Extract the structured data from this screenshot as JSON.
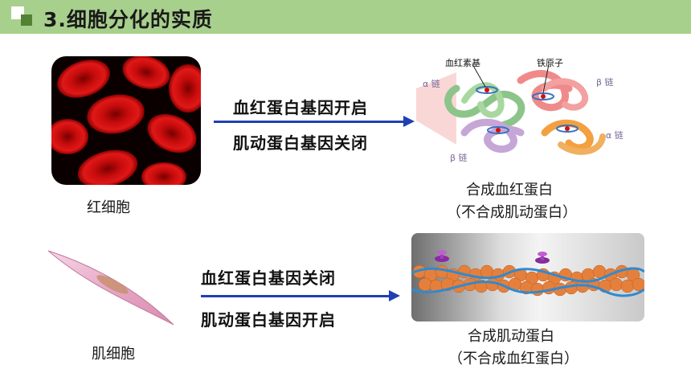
{
  "header": {
    "title": "3.细胞分化的实质"
  },
  "rbc": {
    "cell_label": "红细胞",
    "gene_on": "血红蛋白基因开启",
    "gene_off": "肌动蛋白基因关闭",
    "result_line1": "合成血红蛋白",
    "result_line2": "（不合成肌动蛋白）"
  },
  "hemoglobin_figure": {
    "heme_label": "血红素基",
    "iron_label": "铁原子",
    "alpha_chain_1": "α 链",
    "beta_chain_1": "β 链",
    "alpha_chain_2": "α 链",
    "beta_chain_2": "β 链"
  },
  "muscle": {
    "cell_label": "肌细胞",
    "gene_off": "血红蛋白基因关闭",
    "gene_on": "肌动蛋白基因开启",
    "result_line1": "合成肌动蛋白",
    "result_line2": "（不合成血红蛋白）"
  },
  "colors": {
    "header_bg": "#a8d08d",
    "accent_green": "#548235",
    "arrow_blue": "#1f3fb4"
  }
}
